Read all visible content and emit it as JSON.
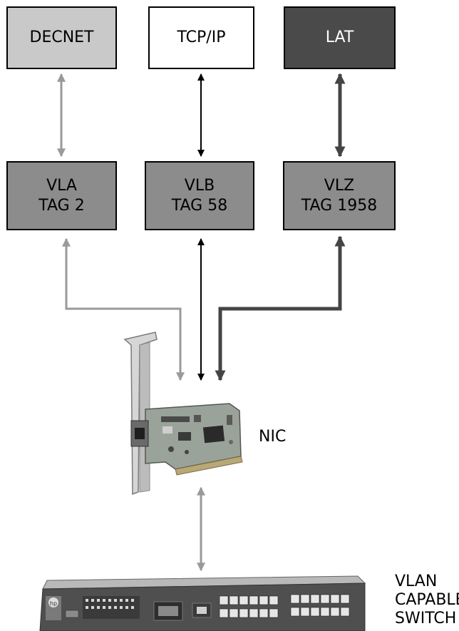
{
  "protocols": [
    {
      "label": "DECNET",
      "fill": "#c9c9c9",
      "text_color": "#1a1a1a"
    },
    {
      "label": "TCP/IP",
      "fill": "#ffffff",
      "text_color": "#1a1a1a"
    },
    {
      "label": "LAT",
      "fill": "#4a4a4a",
      "text_color": "#ffffff"
    }
  ],
  "vlans": [
    {
      "name": "VLA",
      "tag": "TAG 2"
    },
    {
      "name": "VLB",
      "tag": "TAG 58"
    },
    {
      "name": "VLZ",
      "tag": "TAG 1958"
    }
  ],
  "vlan_fill": "#8c8c8c",
  "vlan_text_color": "#111111",
  "link_colors": {
    "light": "#9a9a9a",
    "black": "#000000",
    "dark": "#444444"
  },
  "nic_label": "NIC",
  "switch_label_lines": [
    "VLAN",
    "CAPABLE",
    "SWITCH"
  ]
}
